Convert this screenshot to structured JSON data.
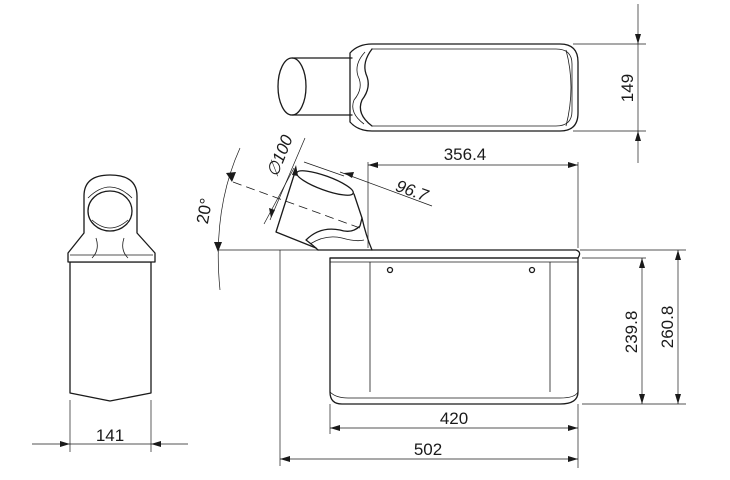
{
  "dimensions": {
    "height_top_view": "149",
    "hole_diameter": "∅100",
    "length_upper": "356.4",
    "pipe_length": "96.7",
    "angle": "20°",
    "height_inner": "239.8",
    "height_outer": "260.8",
    "width_side_view": "141",
    "length_inner": "420",
    "length_overall": "502"
  }
}
